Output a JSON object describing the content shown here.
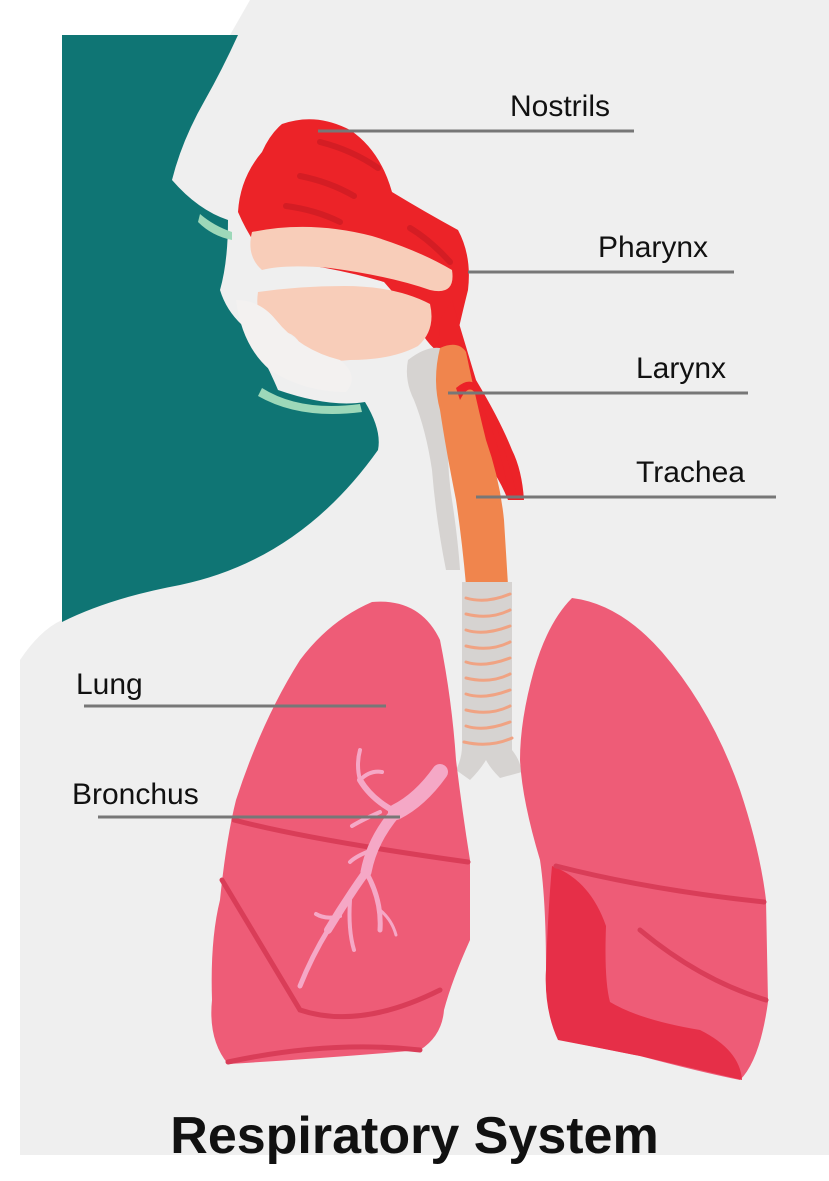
{
  "title": "Respiratory System",
  "labels": {
    "nostrils": "Nostrils",
    "pharynx": "Pharynx",
    "larynx": "Larynx",
    "trachea": "Trachea",
    "lung": "Lung",
    "bronchus": "Bronchus"
  },
  "colors": {
    "background_panel": "#efefef",
    "head_silhouette": "#0f7574",
    "nasal_cavity": "#ec2328",
    "soft_tissue": "#f8cdb9",
    "trachea": "#f0854d",
    "cartilage": "#d6d3d1",
    "lung": "#ee5c77",
    "lung_shadow": "#e62f48",
    "bronchus": "#f5a8c6",
    "pointer_line": "#777777"
  }
}
